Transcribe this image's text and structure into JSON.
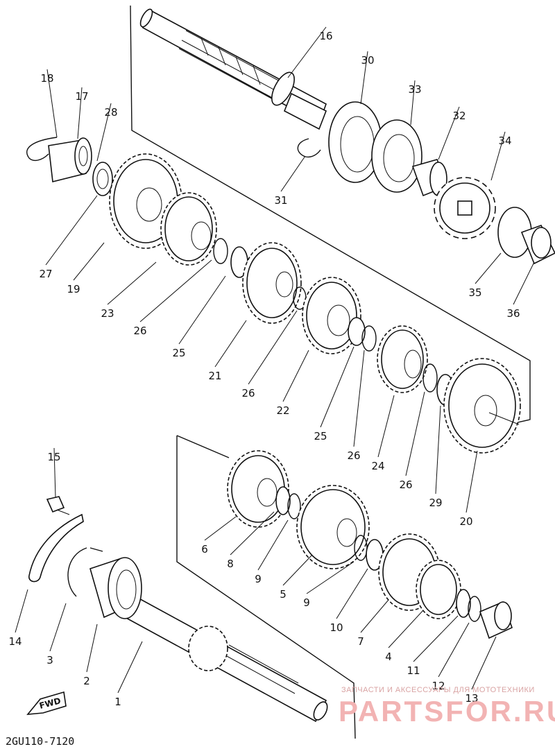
{
  "diagram": {
    "caption": "2GU110-7120",
    "fwd_label": "FWD",
    "watermark_top": "ЗАПЧАСТИ И АКСЕССУАРЫ ДЛЯ МОТОТЕХНИКИ",
    "watermark_main": "PARTSFOR.RU",
    "callouts": [
      "1",
      "2",
      "3",
      "4",
      "5",
      "6",
      "7",
      "8",
      "9",
      "9",
      "10",
      "11",
      "12",
      "13",
      "14",
      "15",
      "16",
      "17",
      "18",
      "19",
      "20",
      "21",
      "22",
      "23",
      "24",
      "25",
      "25",
      "26",
      "26",
      "26",
      "26",
      "27",
      "28",
      "29",
      "30",
      "31",
      "32",
      "33",
      "34",
      "35",
      "36"
    ]
  }
}
